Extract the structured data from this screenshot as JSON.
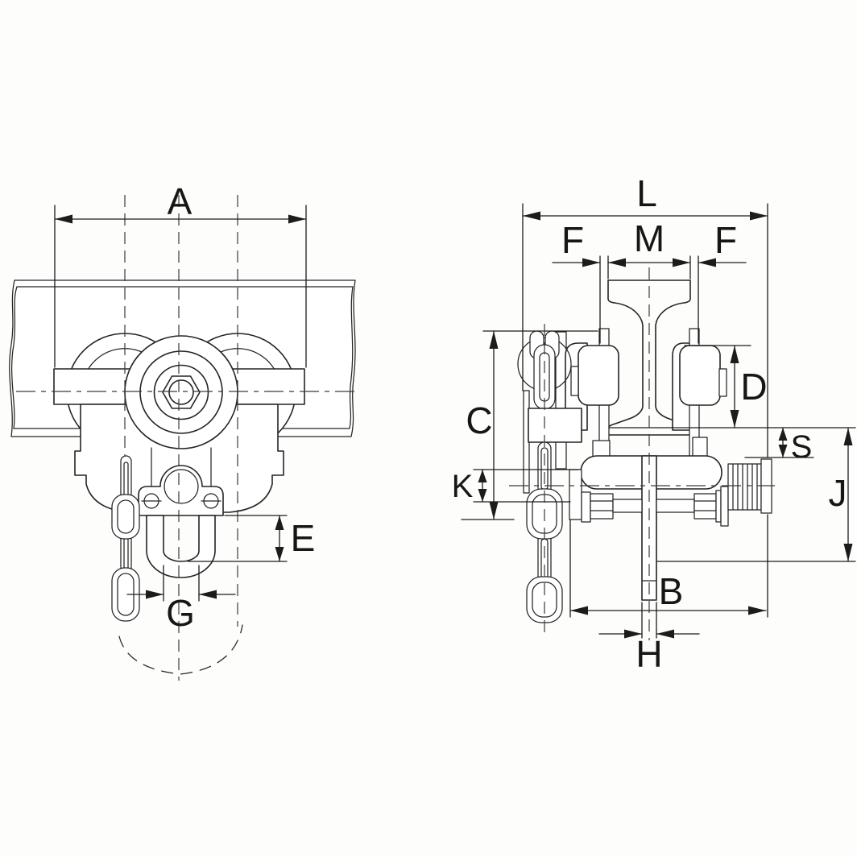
{
  "drawing": {
    "kind": "trolley-hoist-dimension-diagram",
    "labels": {
      "A": "A",
      "L": "L",
      "F": "F",
      "M": "M",
      "C": "C",
      "D": "D",
      "S": "S",
      "K": "K",
      "J": "J",
      "E": "E",
      "G": "G",
      "B": "B",
      "H": "H"
    },
    "front_view": {
      "dimension_labels": [
        "A",
        "E",
        "G"
      ]
    },
    "side_view": {
      "dimension_labels": [
        "L",
        "F",
        "M",
        "F",
        "C",
        "D",
        "S",
        "K",
        "J",
        "B",
        "H"
      ]
    },
    "colors": {
      "background": "#fdfdfb",
      "line": "#242424",
      "beam_fill": "#e6e7e2"
    }
  }
}
